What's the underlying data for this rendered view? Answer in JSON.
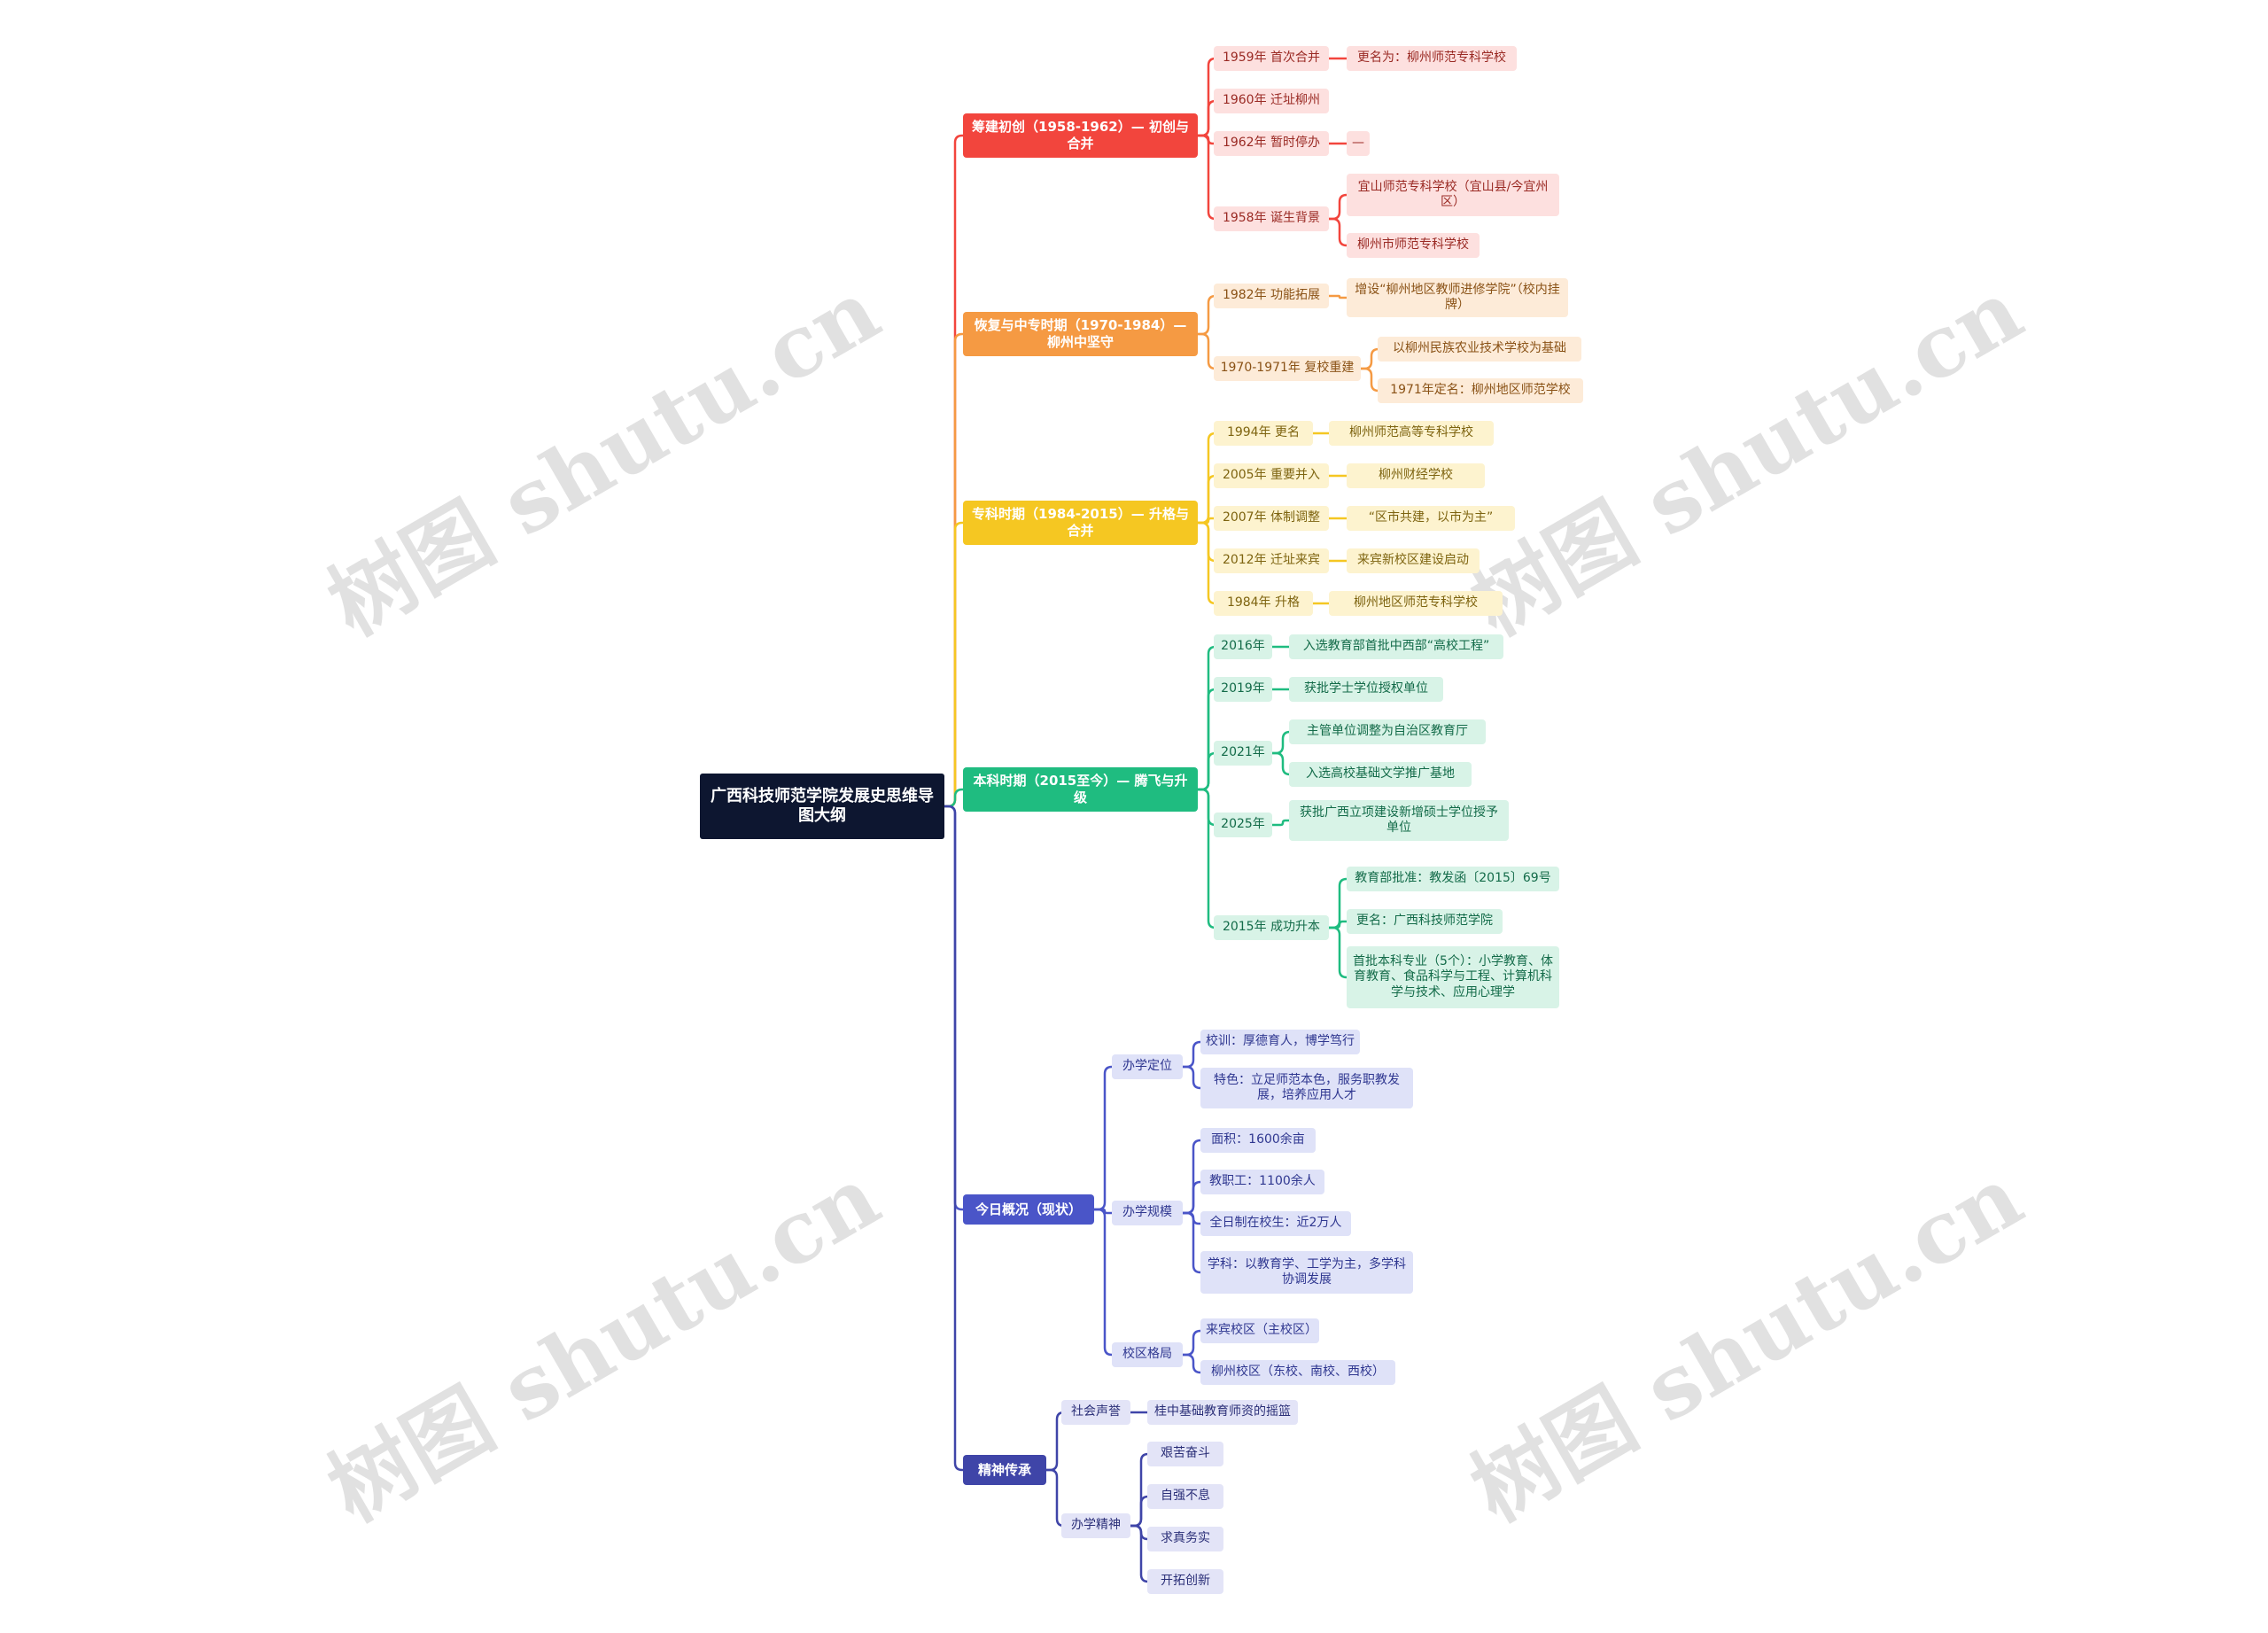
{
  "root": {
    "label": "广西科技师范学院发展史思维导图大纲"
  },
  "watermark": "树图 shutu.cn",
  "colors": {
    "root": "#0d1630",
    "red": "#f2453d",
    "red_light": "#fde0df",
    "red_text": "#9a2a24",
    "orange": "#f59a43",
    "orange_light": "#fdebd8",
    "orange_text": "#8a5216",
    "yellow": "#f5c722",
    "yellow_light": "#fdf3cf",
    "yellow_text": "#7e6410",
    "green": "#1fbc80",
    "green_light": "#d8f3e7",
    "green_text": "#136b49",
    "blue": "#4a55c8",
    "blue_light": "#dfe2f8",
    "blue_text": "#2f3790",
    "navy": "#3f45a8",
    "navy_light": "#e3e4f7",
    "navy_text": "#2b2f78"
  },
  "branches": [
    {
      "label": "筹建初创（1958-1962）— 初创与合并",
      "children": [
        {
          "label": "1959年 首次合并",
          "children": [
            {
              "label": "更名为：柳州师范专科学校"
            }
          ]
        },
        {
          "label": "1960年 迁址柳州"
        },
        {
          "label": "1962年 暂时停办",
          "children": [
            {
              "label": "—"
            }
          ]
        },
        {
          "label": "1958年 诞生背景",
          "children": [
            {
              "label": "宜山师范专科学校（宜山县/今宜州区）"
            },
            {
              "label": "柳州市师范专科学校"
            }
          ]
        }
      ]
    },
    {
      "label": "恢复与中专时期（1970-1984）— 柳州中坚守",
      "children": [
        {
          "label": "1982年 功能拓展",
          "children": [
            {
              "label": "增设“柳州地区教师进修学院”（校内挂牌）"
            }
          ]
        },
        {
          "label": "1970-1971年 复校重建",
          "children": [
            {
              "label": "以柳州民族农业技术学校为基础"
            },
            {
              "label": "1971年定名：柳州地区师范学校"
            }
          ]
        }
      ]
    },
    {
      "label": "专科时期（1984-2015）— 升格与合并",
      "children": [
        {
          "label": "1994年 更名",
          "children": [
            {
              "label": "柳州师范高等专科学校"
            }
          ]
        },
        {
          "label": "2005年 重要并入",
          "children": [
            {
              "label": "柳州财经学校"
            }
          ]
        },
        {
          "label": "2007年 体制调整",
          "children": [
            {
              "label": "“区市共建，以市为主”"
            }
          ]
        },
        {
          "label": "2012年 迁址来宾",
          "children": [
            {
              "label": "来宾新校区建设启动"
            }
          ]
        },
        {
          "label": "1984年 升格",
          "children": [
            {
              "label": "柳州地区师范专科学校"
            }
          ]
        }
      ]
    },
    {
      "label": "本科时期（2015至今）— 腾飞与升级",
      "children": [
        {
          "label": "2016年",
          "children": [
            {
              "label": "入选教育部首批中西部“高校工程”"
            }
          ]
        },
        {
          "label": "2019年",
          "children": [
            {
              "label": "获批学士学位授权单位"
            }
          ]
        },
        {
          "label": "2021年",
          "children": [
            {
              "label": "主管单位调整为自治区教育厅"
            },
            {
              "label": "入选高校基础文学推广基地"
            }
          ]
        },
        {
          "label": "2025年",
          "children": [
            {
              "label": "获批广西立项建设新增硕士学位授予单位"
            }
          ]
        },
        {
          "label": "2015年 成功升本",
          "children": [
            {
              "label": "教育部批准：教发函〔2015〕69号"
            },
            {
              "label": "更名：广西科技师范学院"
            },
            {
              "label": "首批本科专业（5个）：小学教育、体育教育、食品科学与工程、计算机科学与技术、应用心理学"
            }
          ]
        }
      ]
    },
    {
      "label": "今日概况（现状）",
      "children": [
        {
          "label": "办学定位",
          "children": [
            {
              "label": "校训：厚德育人，博学笃行"
            },
            {
              "label": "特色：立足师范本色，服务职教发展，培养应用人才"
            }
          ]
        },
        {
          "label": "办学规模",
          "children": [
            {
              "label": "面积：1600余亩"
            },
            {
              "label": "教职工：1100余人"
            },
            {
              "label": "全日制在校生：近2万人"
            },
            {
              "label": "学科：以教育学、工学为主，多学科协调发展"
            }
          ]
        },
        {
          "label": "校区格局",
          "children": [
            {
              "label": "来宾校区（主校区）"
            },
            {
              "label": "柳州校区（东校、南校、西校）"
            }
          ]
        }
      ]
    },
    {
      "label": "精神传承",
      "children": [
        {
          "label": "社会声誉",
          "children": [
            {
              "label": "桂中基础教育师资的摇篮"
            }
          ]
        },
        {
          "label": "办学精神",
          "children": [
            {
              "label": "艰苦奋斗"
            },
            {
              "label": "自强不息"
            },
            {
              "label": "求真务实"
            },
            {
              "label": "开拓创新"
            }
          ]
        }
      ]
    }
  ]
}
